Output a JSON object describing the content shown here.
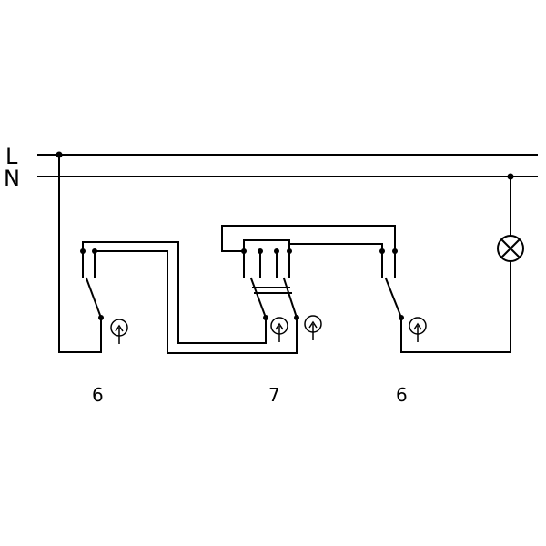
{
  "diagram": {
    "line_labels": {
      "live": "L",
      "neutral": "N"
    },
    "switch_labels": [
      "6",
      "7",
      "6"
    ],
    "colors": {
      "stroke": "#000000",
      "background": "#ffffff"
    },
    "icons": [
      "lamp-icon",
      "push-button-icon"
    ]
  }
}
